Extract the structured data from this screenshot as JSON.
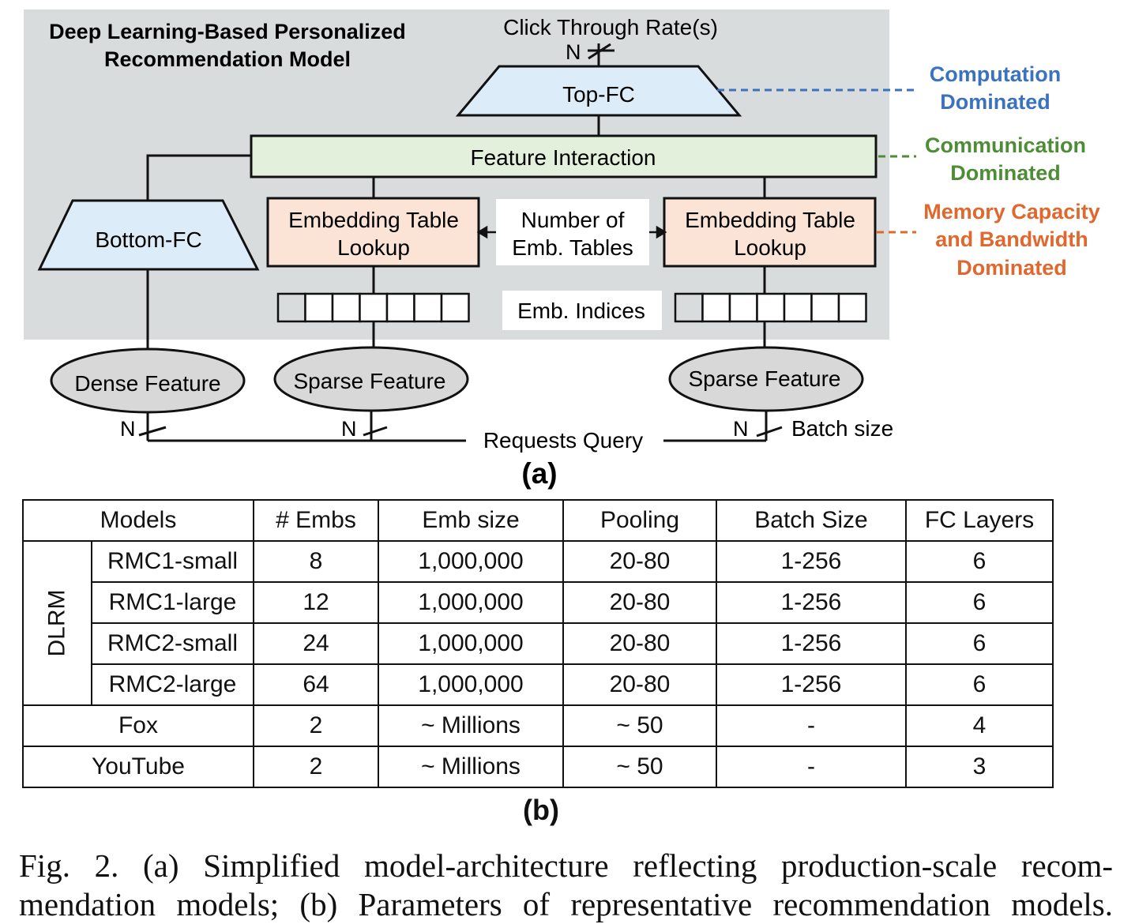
{
  "diagram": {
    "panel_title_line1": "Deep Learning-Based Personalized",
    "panel_title_line2": "Recommendation Model",
    "output_label": "Click Through Rate(s)",
    "n_label": "N",
    "top_fc": "Top-FC",
    "feature_interaction": "Feature Interaction",
    "bottom_fc": "Bottom-FC",
    "emb_lookup_line1": "Embedding Table",
    "emb_lookup_line2": "Lookup",
    "num_tables_line1": "Number of",
    "num_tables_line2": "Emb. Tables",
    "emb_indices": "Emb. Indices",
    "dense_feature": "Dense Feature",
    "sparse_feature": "Sparse Feature",
    "requests_query": "Requests Query",
    "batch_size": "Batch size",
    "annotations": {
      "computation_line1": "Computation",
      "computation_line2": "Dominated",
      "communication_line1": "Communication",
      "communication_line2": "Dominated",
      "memory_line1": "Memory Capacity",
      "memory_line2": "and Bandwidth",
      "memory_line3": "Dominated"
    },
    "colors": {
      "panel_bg": "#d9dcdd",
      "fc_fill": "#dcedf9",
      "interaction_fill": "#e3f1dc",
      "lookup_fill": "#fbe3d6",
      "ellipse_fill": "#d8d8d8",
      "computation": "#3a72c0",
      "communication": "#4e8d35",
      "memory": "#e0672d"
    },
    "subcaption": "(a)"
  },
  "table": {
    "headers": [
      "Models",
      "# Embs",
      "Emb size",
      "Pooling",
      "Batch Size",
      "FC Layers"
    ],
    "group_label": "DLRM",
    "group_rows": [
      [
        "RMC1-small",
        "8",
        "1,000,000",
        "20-80",
        "1-256",
        "6"
      ],
      [
        "RMC1-large",
        "12",
        "1,000,000",
        "20-80",
        "1-256",
        "6"
      ],
      [
        "RMC2-small",
        "24",
        "1,000,000",
        "20-80",
        "1-256",
        "6"
      ],
      [
        "RMC2-large",
        "64",
        "1,000,000",
        "20-80",
        "1-256",
        "6"
      ]
    ],
    "other_rows": [
      [
        "Fox",
        "2",
        "~ Millions",
        "~ 50",
        "-",
        "4"
      ],
      [
        "YouTube",
        "2",
        "~ Millions",
        "~ 50",
        "-",
        "3"
      ]
    ],
    "subcaption": "(b)"
  },
  "caption": {
    "line1": "Fig. 2.  (a) Simplified model-architecture reflecting production-scale recom-",
    "line2": "mendation models; (b) Parameters of representative recommendation models."
  }
}
